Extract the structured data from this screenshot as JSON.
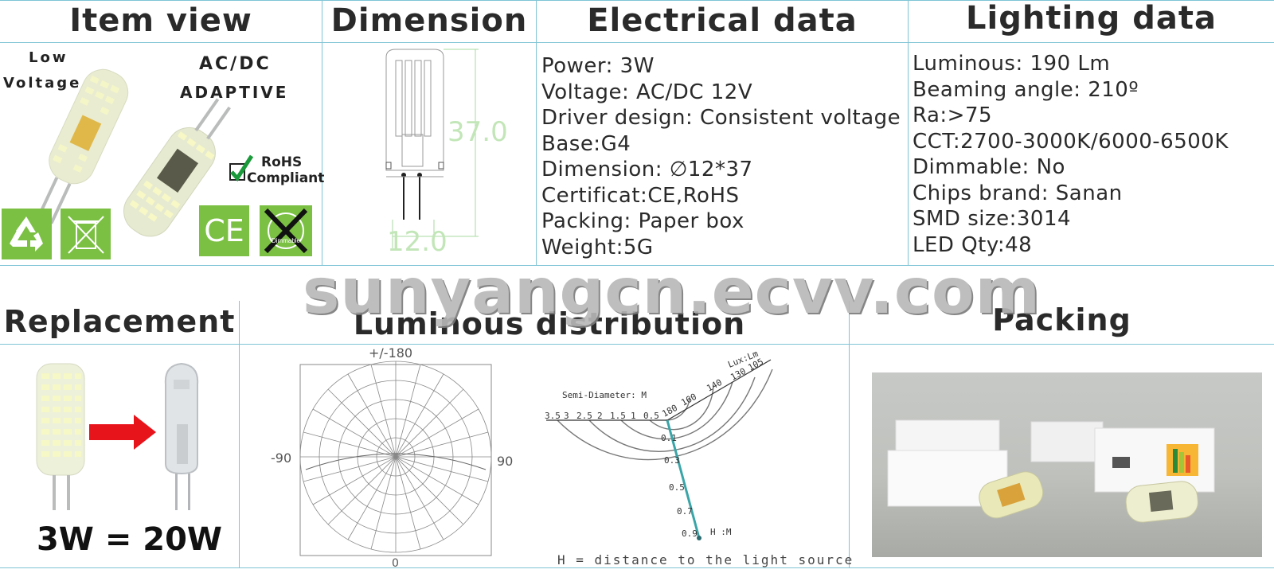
{
  "headers": {
    "item_view": "Item view",
    "dimension": "Dimension",
    "electrical": "Electrical data",
    "lighting": "Lighting data",
    "replacement": "Replacement",
    "luminous_distribution": "Luminous distribution",
    "packing": "Packing"
  },
  "item_view": {
    "low_voltage_1": "Low",
    "low_voltage_2": "Voltage",
    "acdc_1": "AC/DC",
    "acdc_2": "adaptive",
    "rohs_1": "RoHS",
    "rohs_2": "Compliant",
    "ce": "CE",
    "dimmable_badge": "Dimmable"
  },
  "dimension": {
    "height": "37.0",
    "width": "12.0"
  },
  "electrical": [
    "Power: 3W",
    "Voltage: AC/DC 12V",
    "Driver design: Consistent voltage",
    "Base:G4",
    "Dimension: ∅12*37",
    "Certificat:CE,RoHS",
    "Packing: Paper box",
    "Weight:5G"
  ],
  "lighting": [
    "Luminous: 190 Lm",
    "Beaming angle: 210º",
    "Ra:>75",
    "CCT:2700-3000K/6000-6500K",
    "Dimmable: No",
    "Chips brand: Sanan",
    "SMD size:3014",
    "LED Qty:48"
  ],
  "watermark": "sunyangcn.ecvv.com",
  "replacement": {
    "equation": "3W  =  20W"
  },
  "polar": {
    "top": "+/-180",
    "left": "-90",
    "right": "90",
    "bottom": "0"
  },
  "cone": {
    "semi_diameter": "Semi-Diameter: M",
    "lux_lm": "Lux:Lm",
    "h_m": "H :M",
    "note": "H = distance to the light source",
    "diameters": [
      "3.5",
      "3",
      "2.5",
      "2",
      "1.5",
      "1",
      "0.5"
    ],
    "lux_values": [
      "180",
      "160",
      "140",
      "130",
      "105"
    ],
    "h_values": [
      "0.1",
      "0.3",
      "0.5",
      "0.7",
      "0.9"
    ]
  },
  "colors": {
    "border": "#7fc4d6",
    "green": "#7bc043",
    "arrow": "#e8141c",
    "dim_line": "#a8d8a0"
  }
}
